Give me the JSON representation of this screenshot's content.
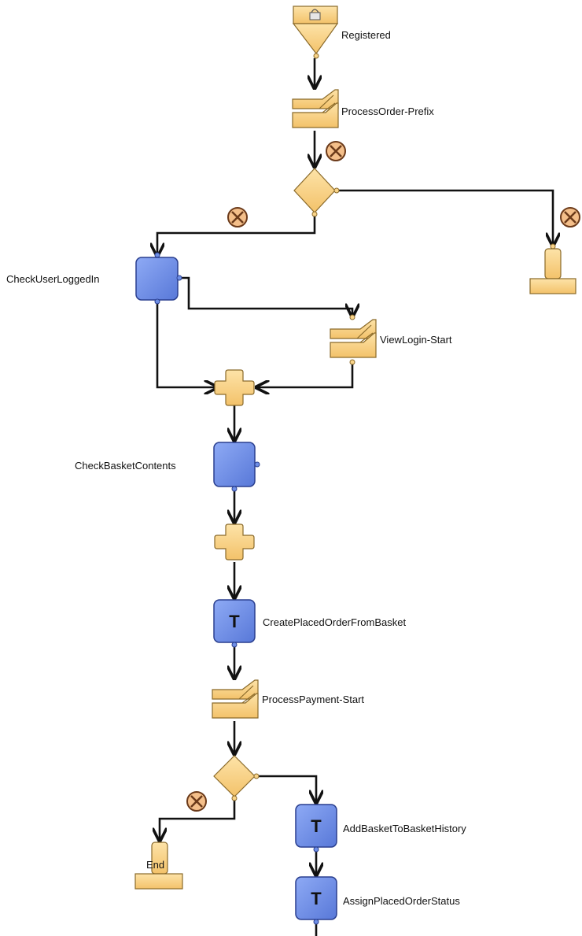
{
  "colors": {
    "task_fill": "#6f8fe6",
    "task_stroke": "#2a3f8f",
    "pipeline_node_fill": "#f9d48a",
    "pipeline_node_stroke": "#8a6a2a",
    "connector": "#111111",
    "background": "#ffffff"
  },
  "nodes": {
    "registered": {
      "label": "Registered",
      "icon": "start-node-icon"
    },
    "process_order_prefix": {
      "label": "ProcessOrder-Prefix",
      "icon": "call-pipeline-icon"
    },
    "decision_1": {
      "icon": "decision-diamond-icon"
    },
    "end_1": {
      "icon": "end-node-icon"
    },
    "check_user_logged_in": {
      "label": "CheckUserLoggedIn",
      "icon": "pipelet-icon"
    },
    "view_login_start": {
      "label": "ViewLogin-Start",
      "icon": "call-pipeline-icon"
    },
    "join_1": {
      "icon": "join-node-icon"
    },
    "check_basket_contents": {
      "label": "CheckBasketContents",
      "icon": "pipelet-icon"
    },
    "join_2": {
      "icon": "join-node-icon"
    },
    "create_placed_order": {
      "label": "CreatePlacedOrderFromBasket",
      "icon": "transaction-pipelet-icon",
      "glyph": "T"
    },
    "process_payment_start": {
      "label": "ProcessPayment-Start",
      "icon": "call-pipeline-icon"
    },
    "decision_2": {
      "icon": "decision-diamond-icon"
    },
    "end_2": {
      "label": "End",
      "icon": "end-node-icon"
    },
    "add_basket_history": {
      "label": "AddBasketToBasketHistory",
      "icon": "transaction-pipelet-icon",
      "glyph": "T"
    },
    "assign_order_status": {
      "label": "AssignPlacedOrderStatus",
      "icon": "transaction-pipelet-icon",
      "glyph": "T"
    }
  },
  "markers": [
    {
      "icon": "error-connector-icon",
      "near": "decision_1"
    },
    {
      "icon": "error-connector-icon",
      "near": "decision_1_left_branch"
    },
    {
      "icon": "error-connector-icon",
      "near": "end_1"
    },
    {
      "icon": "error-connector-icon",
      "near": "decision_2_left_branch"
    }
  ]
}
